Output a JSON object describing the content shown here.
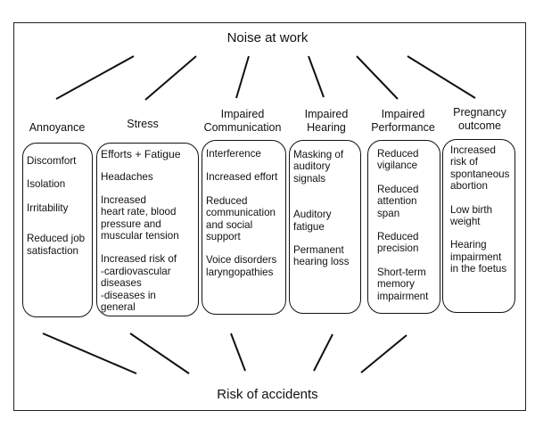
{
  "diagram": {
    "top_node": "Noise at work",
    "bottom_node": "Risk of accidents",
    "categories": [
      {
        "label": "Annoyance",
        "items": [
          "Discomfort",
          "Isolation",
          "Irritability",
          "Reduced job\nsatisfaction"
        ]
      },
      {
        "label": "Stress",
        "items": [
          "Efforts  + Fatigue",
          "Headaches",
          "Increased\nheart rate, blood\npressure and\nmuscular tension",
          "Increased risk of\n-cardiovascular\ndiseases\n-diseases in\ngeneral"
        ]
      },
      {
        "label": "Impaired\nCommunication",
        "items": [
          "Interference",
          "Increased effort",
          "Reduced\ncommunication\nand social\nsupport",
          "Voice disorders\nlaryngopathies"
        ]
      },
      {
        "label": "Impaired\nHearing",
        "items": [
          "Masking of\nauditory\nsignals",
          "Auditory\nfatigue",
          "Permanent\nhearing loss"
        ]
      },
      {
        "label": "Impaired\nPerformance",
        "items": [
          "Reduced\nvigilance",
          "Reduced\nattention\nspan",
          "Reduced\nprecision",
          "Short-term\nmemory\nimpairment"
        ]
      },
      {
        "label": "Pregnancy\noutcome",
        "items": [
          "Increased\nrisk of\nspontaneous\nabortion",
          "Low birth\nweight",
          "Hearing\nimpairment\nin the foetus"
        ]
      }
    ]
  }
}
